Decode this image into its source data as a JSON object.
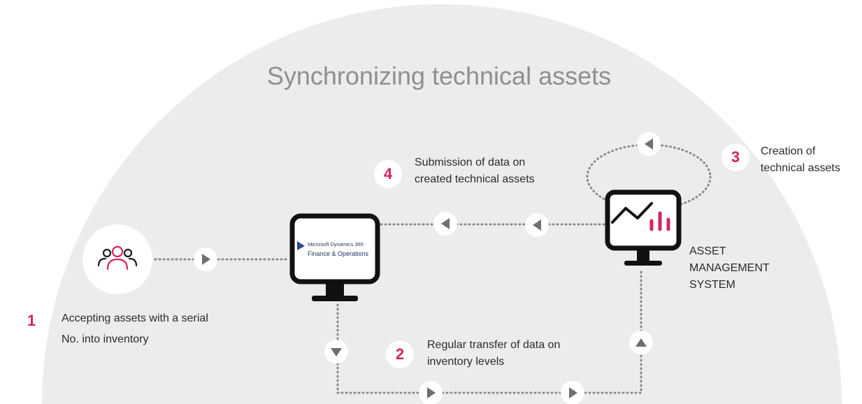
{
  "title": "Synchronizing technical assets",
  "monitor_screen": {
    "line1": "Microsoft Dynamics 365",
    "line2": "Finance & Operations"
  },
  "system_label": [
    "ASSET",
    "MANAGEMENT",
    "SYSTEM"
  ],
  "steps": [
    {
      "number": "1",
      "text_line1": "Accepting assets with a serial",
      "text_line2": "No. into inventory"
    },
    {
      "number": "2",
      "text_line1": "Regular transfer of data on",
      "text_line2": "inventory levels"
    },
    {
      "number": "3",
      "text_line1": "Creation of",
      "text_line2": "technical assets"
    },
    {
      "number": "4",
      "text_line1": "Submission of data on",
      "text_line2": "created technical assets"
    }
  ],
  "icons": {
    "users": "users-icon",
    "erp_monitor": "monitor-icon",
    "asset_monitor": "analytics-monitor-icon",
    "arrow_right": "play-right-icon",
    "arrow_left": "play-left-icon",
    "arrow_down": "play-down-icon",
    "arrow_up": "play-up-icon"
  },
  "colors": {
    "accent": "#d6245f",
    "background_shape": "#ececec",
    "dotted_line": "#8a8a8a",
    "title": "#8f8f8f"
  }
}
